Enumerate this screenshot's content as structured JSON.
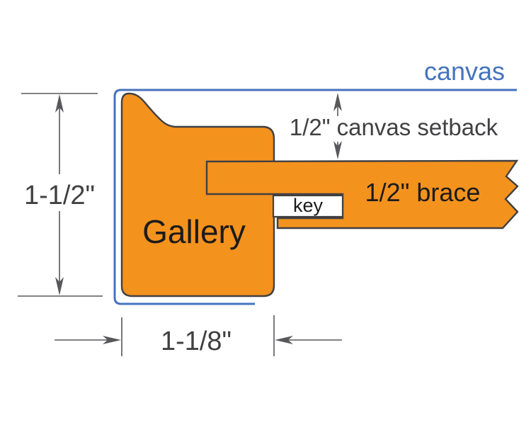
{
  "colors": {
    "orange": "#F4921E",
    "outline": "#414042",
    "blue": "#4573BE",
    "dim": "#58585A",
    "dimtext": "#414042",
    "black": "#1B1B1B"
  },
  "labels": {
    "canvas": "canvas",
    "setback": "1/2\" canvas setback",
    "brace": "1/2\" brace",
    "key": "key",
    "profile_name": "Gallery",
    "height_dim": "1-1/2\"",
    "width_dim": "1-1/8\""
  }
}
